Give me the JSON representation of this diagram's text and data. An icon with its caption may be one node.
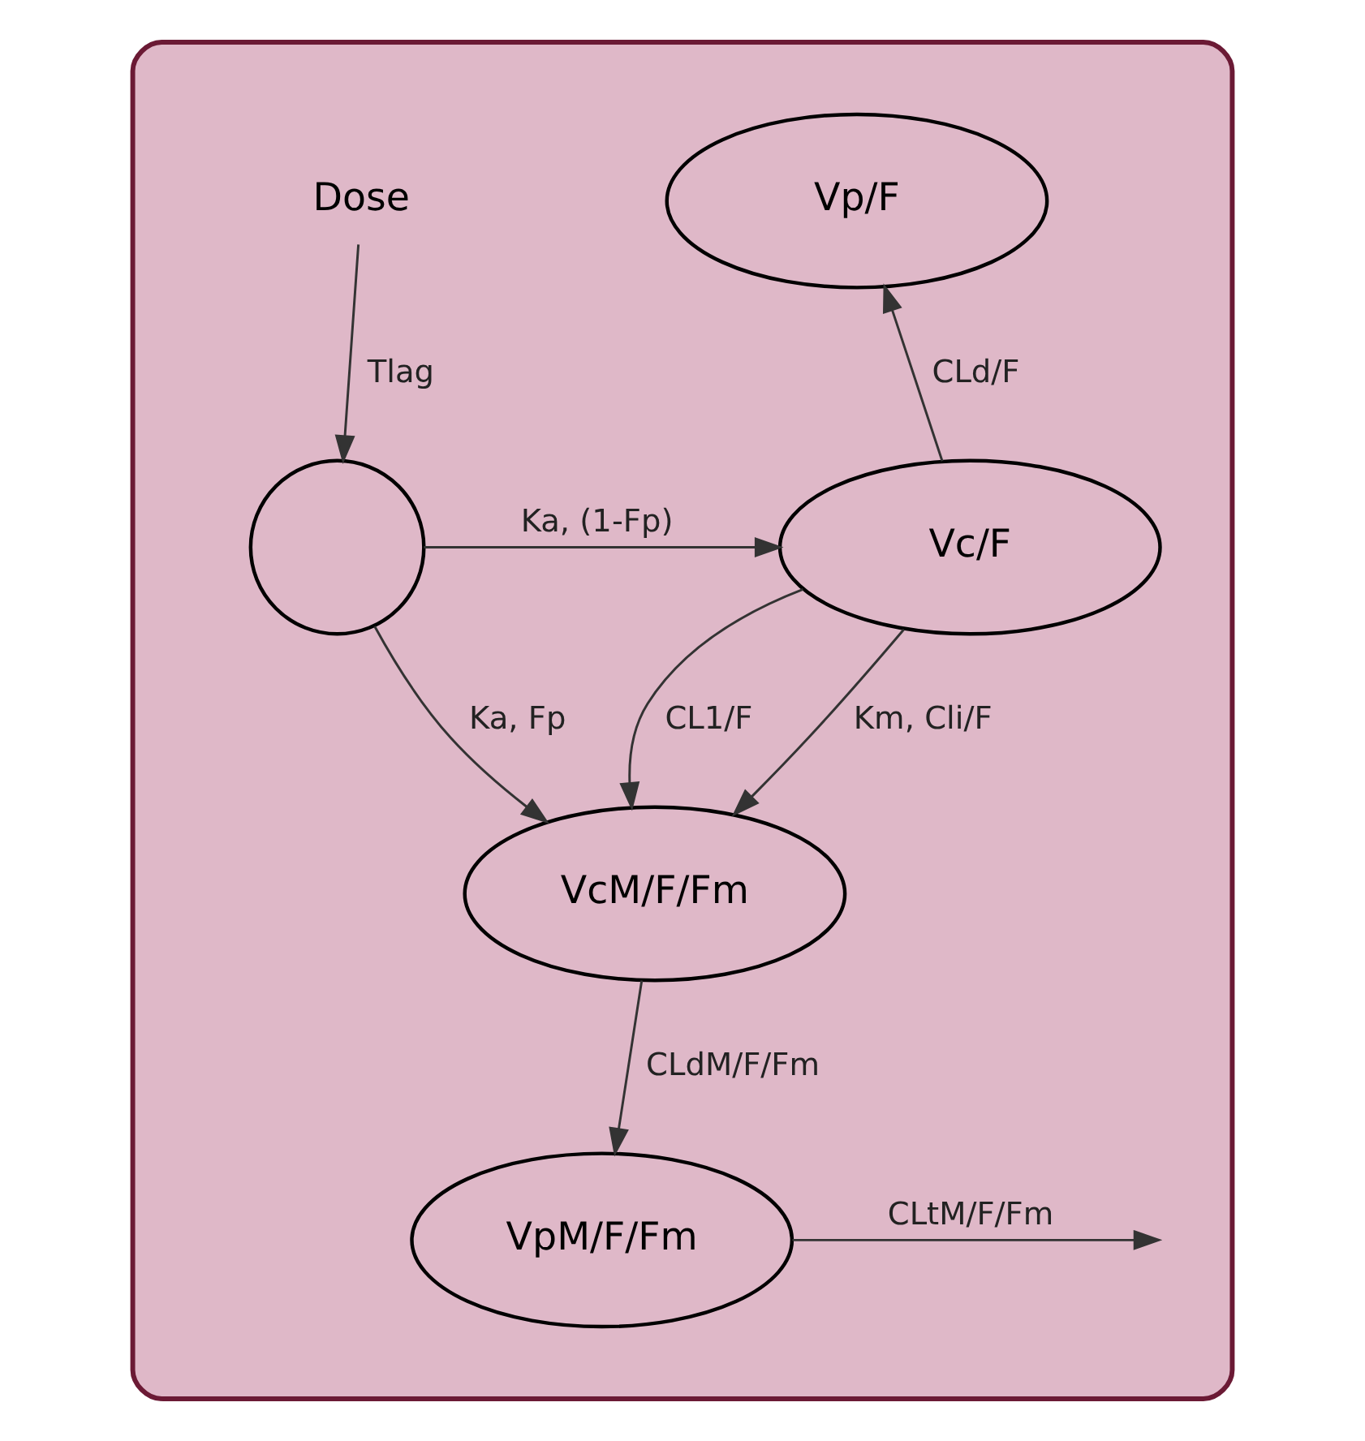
{
  "diagram": {
    "nodes": [
      {
        "text": [],
        "shape": "box"
      },
      {
        "text": [
          "Vp/F"
        ],
        "in": 0
      },
      {
        "text": [
          "Dose"
        ],
        "in": 0
      },
      {
        "text": [
          "Vc/F"
        ],
        "in": 0
      },
      {
        "text": [],
        "shape": "circle",
        "in": 0
      },
      {
        "text": [
          "VcM/F/Fm"
        ],
        "in": 0
      },
      {
        "text": [
          "VpM/F/Fm"
        ],
        "in": 0
      }
    ],
    "edges": [
      {
        "from": 3,
        "to": 1,
        "arrow": "to",
        "label": "CLd/F"
      },
      {
        "from": 2,
        "to": 4,
        "arrow": "to",
        "label": "Tlag"
      },
      {
        "from": 4,
        "to": 3,
        "arrow": "to",
        "label": "Ka, (1-Fp)"
      },
      {
        "from": 4,
        "to": 5,
        "arrow": "to",
        "label": "Ka, Fp"
      },
      {
        "from": 3,
        "to": 5,
        "arrow": "to",
        "label": "CL1/F"
      },
      {
        "from": 3,
        "to": 5,
        "arrow": "to",
        "label": "Km, Cli/F"
      },
      {
        "from": 5,
        "to": 6,
        "arrow": "to",
        "label": "CLdM/F/Fm"
      },
      {
        "from": 6,
        "to": null,
        "arrow": "to",
        "label": "CLtM/F/Fm"
      }
    ]
  }
}
